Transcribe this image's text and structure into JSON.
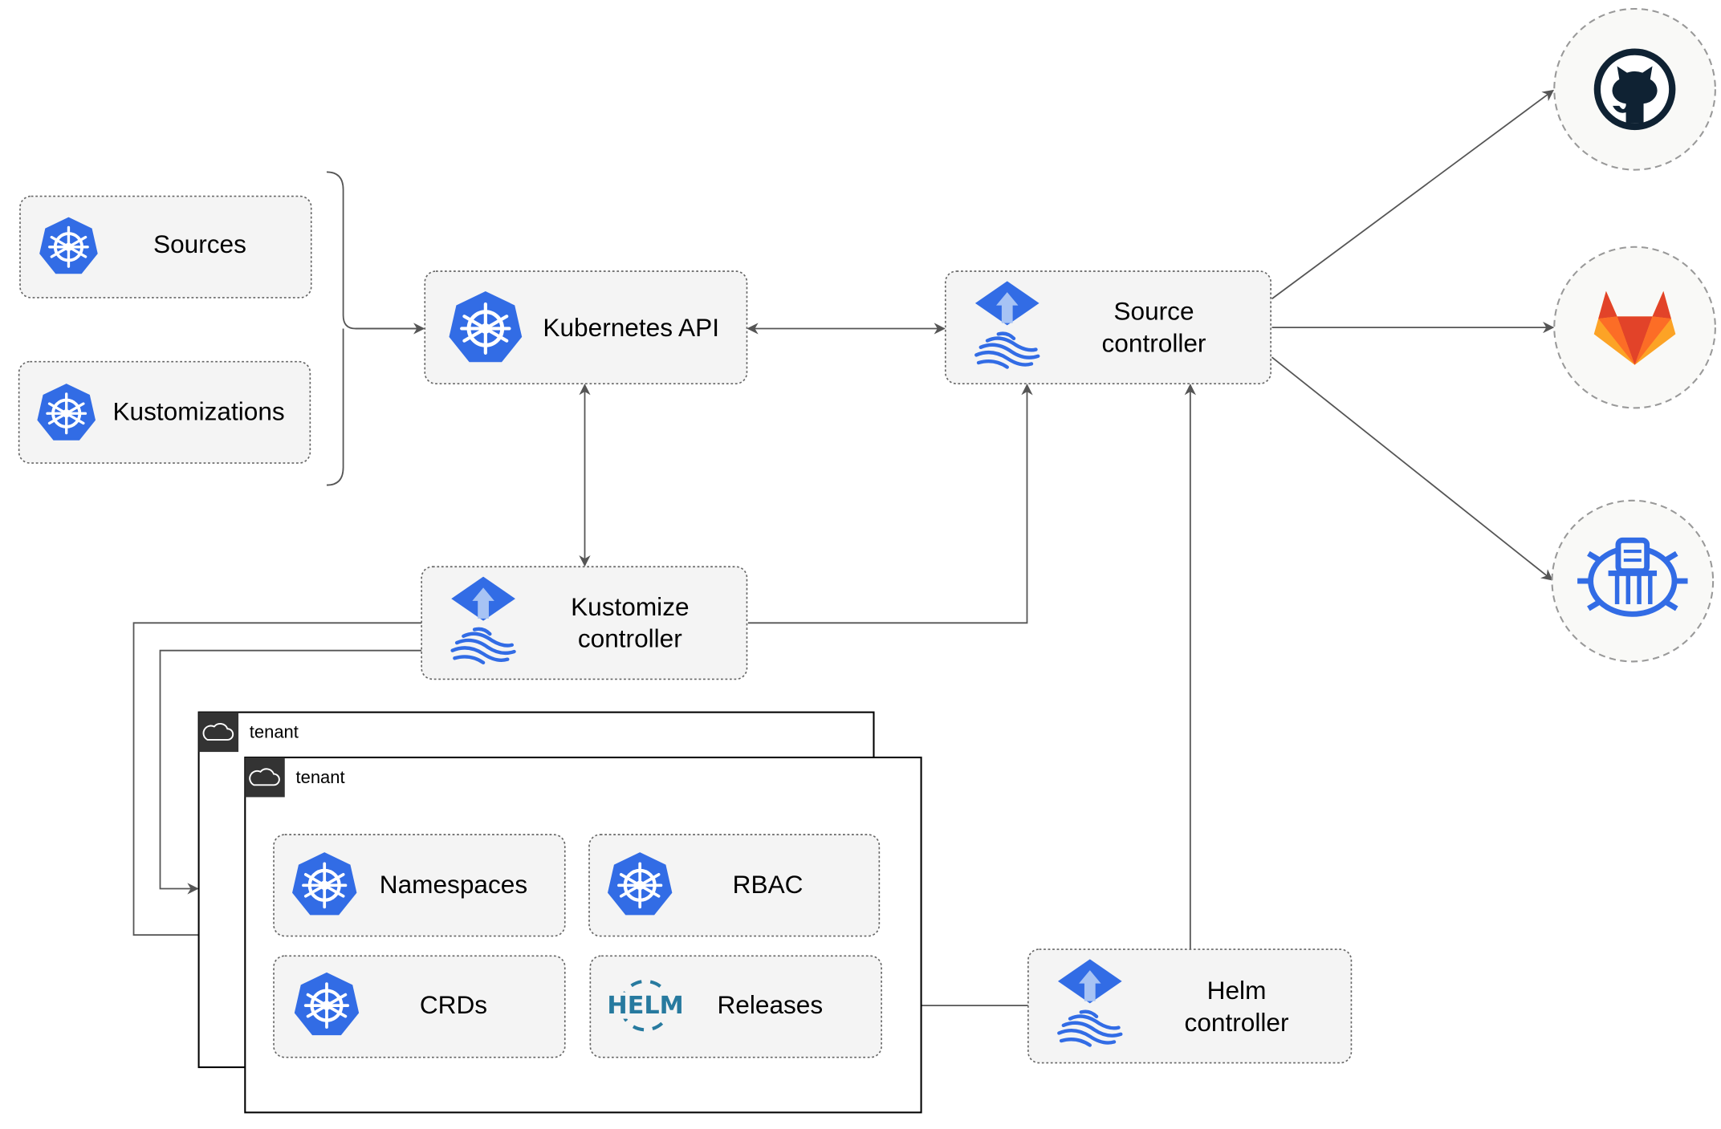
{
  "nodes": {
    "sources": "Sources",
    "kustomizations": "Kustomizations",
    "kubernetes_api": "Kubernetes API",
    "source_controller": [
      "Source",
      "controller"
    ],
    "kustomize_controller": [
      "Kustomize",
      "controller"
    ],
    "helm_controller": [
      "Helm",
      "controller"
    ],
    "namespaces": "Namespaces",
    "rbac": "RBAC",
    "crds": "CRDs",
    "releases": "Releases",
    "helm_logo_text": "HELM"
  },
  "tenants": [
    "tenant",
    "tenant"
  ],
  "external_sources": [
    "github-icon",
    "gitlab-icon",
    "helm-repository-icon"
  ],
  "colors": {
    "kubernetes_blue": "#326ce5",
    "helm_blue": "#277a9f",
    "github_dark": "#0f2233",
    "gitlab_orange": "#e24329",
    "gitlab_light": "#fca326",
    "edge": "#555555",
    "box_fill": "#f4f4f4",
    "tenant_header": "#333333"
  }
}
